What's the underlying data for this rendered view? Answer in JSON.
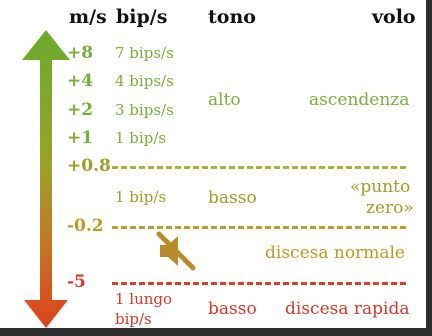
{
  "header": {
    "ms": "m/s",
    "bips": "bip/s",
    "tono": "tono",
    "volo": "volo"
  },
  "levels": {
    "p8": {
      "value": "+8",
      "bips": "7 bips/s"
    },
    "p4": {
      "value": "+4",
      "bips": "4 bips/s"
    },
    "p2": {
      "value": "+2",
      "bips": "3 bips/s"
    },
    "p1": {
      "value": "+1",
      "bips": "1 bip/s"
    },
    "p08": {
      "value": "+0.8"
    },
    "m02": {
      "value": "-0.2"
    },
    "m5": {
      "value": "-5"
    }
  },
  "zones": {
    "ascent": {
      "tone": "alto",
      "flight": "ascendenza"
    },
    "neutral": {
      "bips": "1 bip/s",
      "tone": "basso",
      "flight_line1": "«punto",
      "flight_line2": "zero»"
    },
    "sink": {
      "flight": "discesa normale",
      "icon": "speaker-mute-icon"
    },
    "rapid": {
      "bips_line1": "1 lungo",
      "bips_line2": "bip/s",
      "tone": "basso",
      "flight": "discesa rapida"
    }
  },
  "colors": {
    "green": "#7aad3c",
    "olive": "#a39a2a",
    "ochre": "#b99a2a",
    "red": "#d23a2a",
    "arrow_top": "#6aab2c",
    "arrow_bottom": "#e0401c"
  }
}
